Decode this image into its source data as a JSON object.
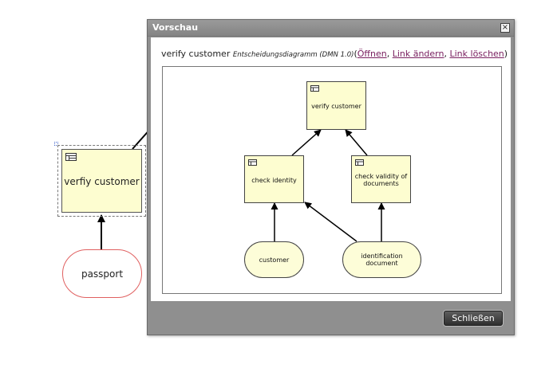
{
  "background_diagram": {
    "decision": {
      "label": "verfiy customer",
      "icon": "decision-table-icon"
    },
    "input": {
      "label": "passport"
    }
  },
  "dialog": {
    "title": "Vorschau",
    "close_glyph": "×",
    "info": {
      "name": "verify customer",
      "type": "Entscheidungsdiagramm (DMN 1.0)",
      "open": "Öffnen",
      "change_link": "Link ändern",
      "delete_link": "Link löschen",
      "paren_open": "(",
      "paren_close": ")",
      "sep": ", "
    },
    "close_button": "Schließen"
  },
  "preview_diagram": {
    "nodes": {
      "verify_customer": {
        "label": "verify customer",
        "kind": "decision"
      },
      "check_identity": {
        "label": "check identity",
        "kind": "decision"
      },
      "check_validity": {
        "label": "check validity of documents",
        "kind": "decision"
      },
      "customer": {
        "label": "customer",
        "kind": "input-data"
      },
      "identification_document": {
        "label": "identification document",
        "kind": "input-data"
      }
    },
    "edges": [
      {
        "from": "check_identity",
        "to": "verify_customer"
      },
      {
        "from": "check_validity",
        "to": "verify_customer"
      },
      {
        "from": "customer",
        "to": "check_identity"
      },
      {
        "from": "identification_document",
        "to": "check_identity"
      },
      {
        "from": "identification_document",
        "to": "check_validity"
      }
    ]
  },
  "colors": {
    "decision_fill": "#fdfdd0",
    "input_border": "#e06060",
    "link": "#7a2060",
    "dialog_frame": "#8f8f8f"
  }
}
